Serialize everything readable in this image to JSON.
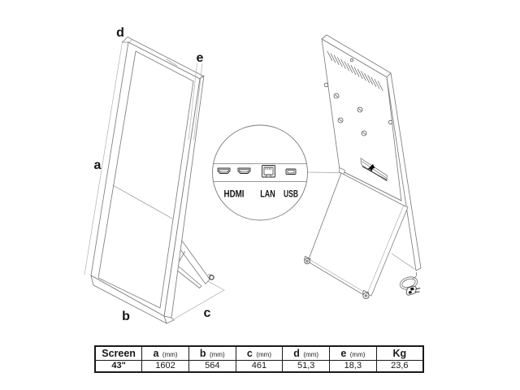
{
  "page": {
    "background": "#ffffff",
    "description": "Technical line diagram of a 43 inch portrait easel-style digital signage display with dimension labels, rear view, connection ports callout and specification table"
  },
  "diagram": {
    "left_view": {
      "labels": {
        "a": "a",
        "b": "b",
        "c": "c",
        "d": "d",
        "e": "e"
      }
    },
    "callout": {
      "ports": [
        {
          "label": "HDMI"
        },
        {
          "label": "LAN"
        },
        {
          "label": "USB"
        }
      ]
    }
  },
  "table": {
    "columns": [
      {
        "label": "Screen",
        "unit": ""
      },
      {
        "label": "a",
        "unit": "(mm)"
      },
      {
        "label": "b",
        "unit": "(mm)"
      },
      {
        "label": "c",
        "unit": "(mm)"
      },
      {
        "label": "d",
        "unit": "(mm)"
      },
      {
        "label": "e",
        "unit": "(mm)"
      },
      {
        "label": "Kg",
        "unit": ""
      }
    ],
    "rows": [
      [
        "43\"",
        "1602",
        "564",
        "461",
        "51,3",
        "18,3",
        "23,6"
      ]
    ]
  },
  "colors": {
    "line_main": "#7d7d7d",
    "line_thin": "#a8a8a8",
    "text": "#151515",
    "table_border": "#1a1a1a",
    "background": "#ffffff"
  }
}
